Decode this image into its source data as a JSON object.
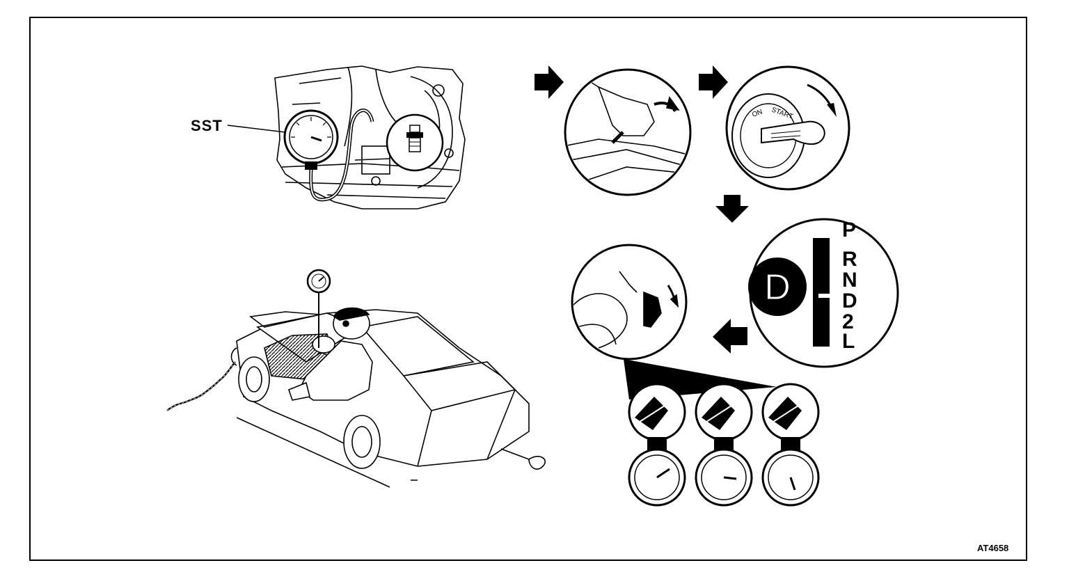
{
  "labels": {
    "tool": "SST",
    "figure_code": "AT4658"
  },
  "shift_indicator": {
    "selected": "D",
    "positions": [
      "P",
      "R",
      "N",
      "D",
      "2",
      "L"
    ]
  },
  "ignition_key": {
    "positions": [
      "ON",
      "START"
    ]
  },
  "icons": {
    "arrow": "black-right-arrow",
    "gauge": "pressure-gauge"
  }
}
